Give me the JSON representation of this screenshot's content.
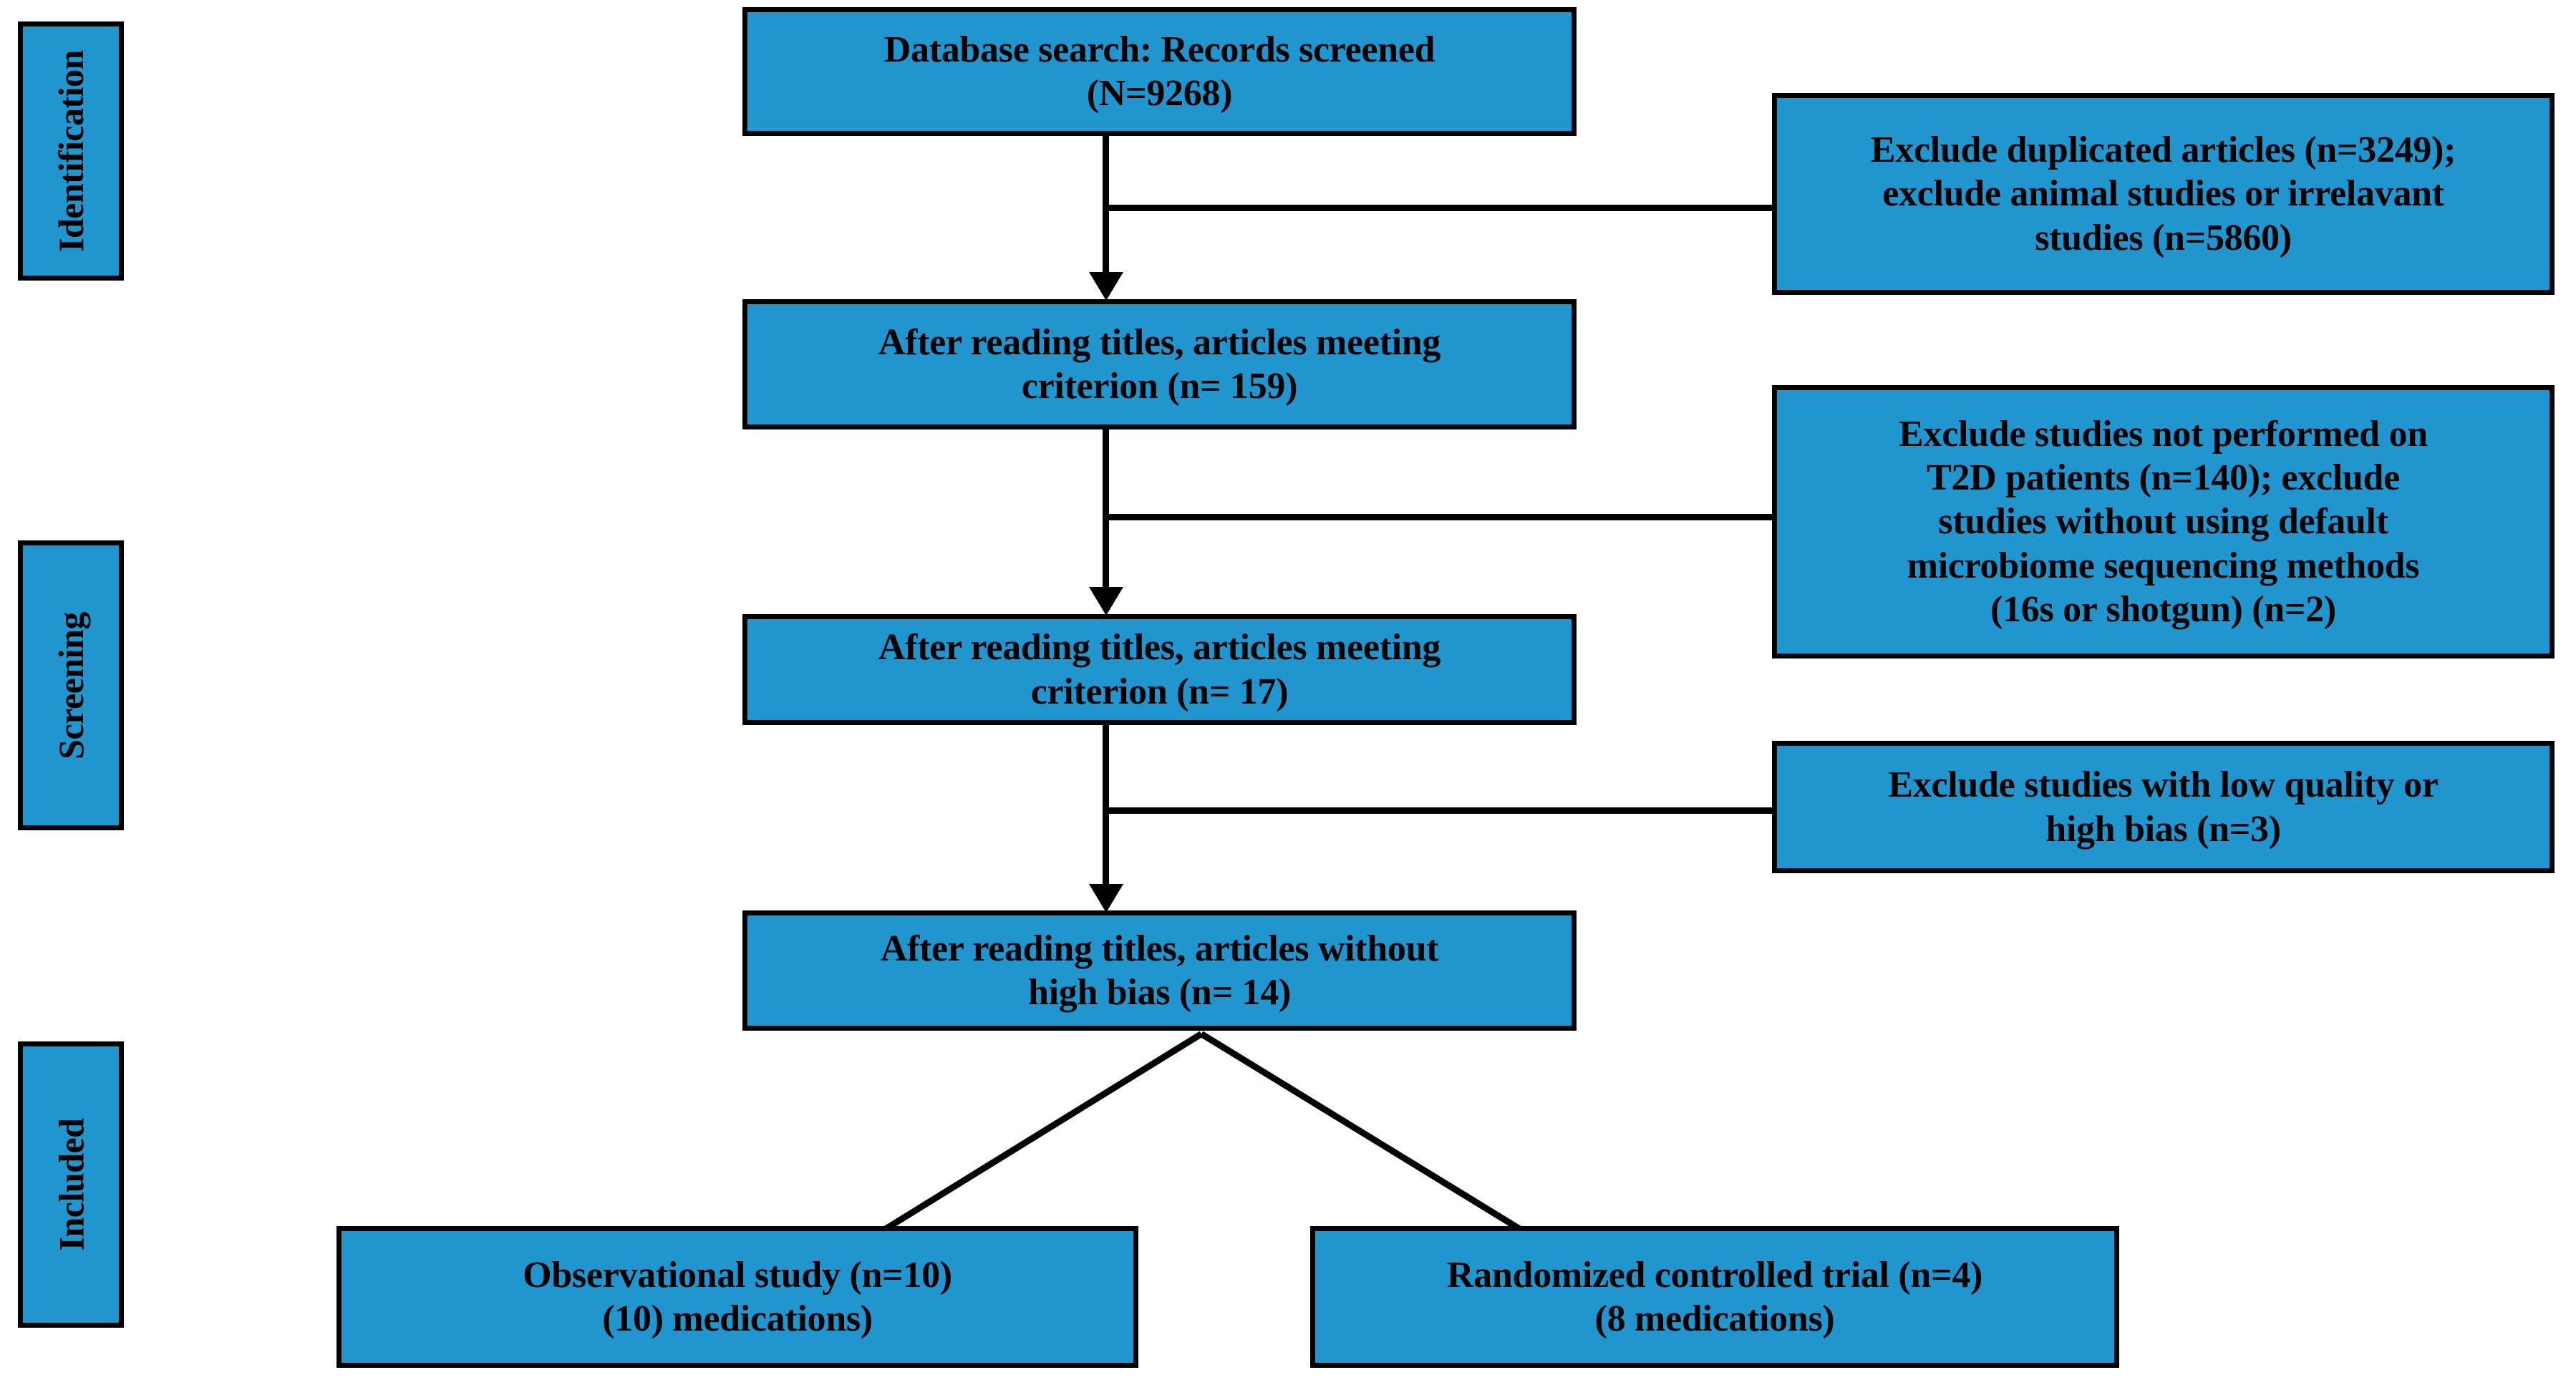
{
  "diagram": {
    "title": "PRISMA study selection flow diagram",
    "accent_color": "#2196CE",
    "border_color": "#000000",
    "text_color": "#000000",
    "background_color": "#FFFFFF"
  },
  "stages": [
    {
      "id": "identification",
      "label": "Identification"
    },
    {
      "id": "screening",
      "label": "Screening"
    },
    {
      "id": "included",
      "label": "Included"
    }
  ],
  "flow_boxes": [
    {
      "id": "records-screened",
      "lines": [
        "Database search: Records screened",
        "(N=9268)"
      ]
    },
    {
      "id": "after-titles-159",
      "lines": [
        "After reading titles, articles meeting",
        "criterion (n= 159)"
      ]
    },
    {
      "id": "after-titles-17",
      "lines": [
        "After reading titles, articles meeting",
        "criterion (n= 17)"
      ]
    },
    {
      "id": "after-titles-14",
      "lines": [
        "After reading titles, articles without",
        "high bias (n= 14)"
      ]
    }
  ],
  "exclusion_boxes": [
    {
      "id": "exclude-duplicates",
      "lines": [
        "Exclude duplicated articles (n=3249);",
        "exclude animal studies or irrelavant",
        "studies (n=5860)"
      ]
    },
    {
      "id": "exclude-not-t2d",
      "lines": [
        "Exclude studies not performed on",
        "T2D patients (n=140); exclude",
        "studies without using default",
        "microbiome sequencing methods",
        "(16s or shotgun) (n=2)"
      ]
    },
    {
      "id": "exclude-low-quality",
      "lines": [
        "Exclude studies with low quality or",
        "high bias (n=3)"
      ]
    }
  ],
  "outcome_boxes": [
    {
      "id": "observational-study",
      "lines": [
        "Observational study (n=10)",
        "(10) medications)"
      ]
    },
    {
      "id": "randomized-controlled-trial",
      "lines": [
        "Randomized controlled trial (n=4)",
        "(8 medications)"
      ]
    }
  ],
  "chart_data": {
    "type": "diagram",
    "subtype": "prisma-flow",
    "nodes": [
      {
        "id": "records-screened",
        "stage": "Identification",
        "label": "Database search: Records screened (N=9268)",
        "count": 9268,
        "count_symbol": "N"
      },
      {
        "id": "exclude-duplicates",
        "stage": "Identification",
        "label": "Exclude duplicated articles (n=3249); exclude animal studies or irrelavant studies (n=5860)",
        "counts": [
          3249,
          5860
        ]
      },
      {
        "id": "after-titles-159",
        "stage": "Screening",
        "label": "After reading titles, articles meeting criterion (n= 159)",
        "count": 159
      },
      {
        "id": "exclude-not-t2d",
        "stage": "Screening",
        "label": "Exclude studies not performed on T2D patients (n=140); exclude studies without using default microbiome sequencing methods (16s or shotgun) (n=2)",
        "counts": [
          140,
          2
        ]
      },
      {
        "id": "after-titles-17",
        "stage": "Screening",
        "label": "After reading titles, articles meeting criterion (n= 17)",
        "count": 17
      },
      {
        "id": "exclude-low-quality",
        "stage": "Screening",
        "label": "Exclude studies with low quality or high bias (n=3)",
        "count": 3
      },
      {
        "id": "after-titles-14",
        "stage": "Included",
        "label": "After reading titles, articles without high bias (n= 14)",
        "count": 14
      },
      {
        "id": "observational-study",
        "stage": "Included",
        "label": "Observational study (n=10) (10) medications)",
        "count": 10,
        "medications": 10
      },
      {
        "id": "randomized-controlled-trial",
        "stage": "Included",
        "label": "Randomized controlled trial (n=4) (8 medications)",
        "count": 4,
        "medications": 8
      }
    ],
    "edges": [
      {
        "from": "records-screened",
        "to": "after-titles-159",
        "kind": "down"
      },
      {
        "from": "records-screened",
        "to": "exclude-duplicates",
        "kind": "right-branch"
      },
      {
        "from": "after-titles-159",
        "to": "after-titles-17",
        "kind": "down"
      },
      {
        "from": "after-titles-159",
        "to": "exclude-not-t2d",
        "kind": "right-branch"
      },
      {
        "from": "after-titles-17",
        "to": "after-titles-14",
        "kind": "down"
      },
      {
        "from": "after-titles-17",
        "to": "exclude-low-quality",
        "kind": "right-branch"
      },
      {
        "from": "after-titles-14",
        "to": "observational-study",
        "kind": "diagonal-left"
      },
      {
        "from": "after-titles-14",
        "to": "randomized-controlled-trial",
        "kind": "diagonal-right"
      }
    ]
  }
}
